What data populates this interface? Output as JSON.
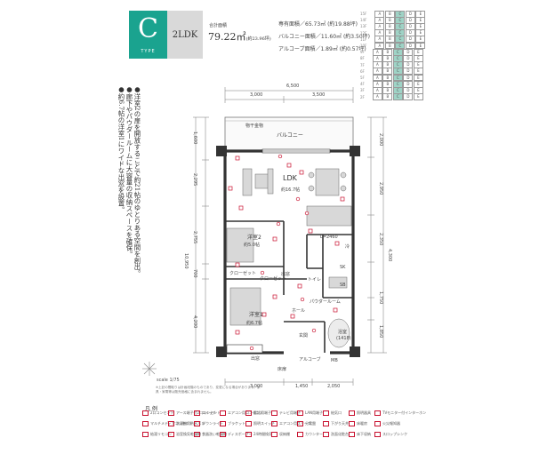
{
  "header": {
    "type_letter": "C",
    "type_word": "TYPE",
    "layout": "2LDK",
    "total_area_label": "合計面積",
    "total_area_value": "79.22㎡",
    "total_area_tsubo": "(約23.96坪)",
    "areas": [
      "専有面積／65.73㎡ (約19.88坪)",
      "バルコニー面積／11.60㎡ (約3.50坪)",
      "アルコーブ面積／1.89㎡ (約0.57坪)"
    ]
  },
  "floor_grid": {
    "floors": [
      "15F",
      "14F",
      "13F",
      "12F",
      "11F",
      "10F",
      "9F",
      "8F",
      "7F",
      "6F",
      "5F",
      "4F",
      "3F",
      "2F"
    ],
    "columns": [
      "A",
      "B",
      "C",
      "D",
      "E"
    ],
    "highlight_column": "C"
  },
  "description": [
    "●洋室2の扉を開放することで約21帖のゆとりある空間を創出。",
    "●廊下やパウダールームに大容量の収納スペースを確保。",
    "●約6.7帖の洋室1にワイドな出窓を設置。"
  ],
  "plan": {
    "top_total": "6,500",
    "top_dims": [
      "3,000",
      "3,500"
    ],
    "bottom_dims": [
      "3,000",
      "1,450",
      "2,050"
    ],
    "left_total": "10,950",
    "left_dims": [
      "1,600",
      "2,295",
      "2,755",
      "700",
      "4,200"
    ],
    "right_dims": [
      "2,000",
      "2,950",
      "2,350",
      "4,300",
      "1,750",
      "1,850"
    ],
    "rooms": {
      "balcony": "バルコニー",
      "balcony_note": "物干金物",
      "ldk": "LDK",
      "ldk_size": "約16.7帖",
      "bed2": "洋室2",
      "bed2_size": "約5.0帖",
      "bed1": "洋室1",
      "bed1_size": "約6.7帖",
      "closet_a": "クローゼット",
      "closet_b": "クローゼット",
      "toilet": "トイレ",
      "powder": "パウダールーム",
      "hall": "ホール",
      "entrance": "玄関",
      "alcove": "アルコーブ",
      "mb": "MB",
      "sk": "SK",
      "sb": "SB",
      "wd": "出窓",
      "window": "出窓",
      "fridge": "冷",
      "bath": "浴室",
      "bath_size": "(1418)",
      "rl": "L=2460",
      "floor_door": "床扉"
    }
  },
  "scale": "scale 1/75",
  "note": "※上記の間取りは計画段階のものであり、変更になる場合があります。家具・家電等は販売価格に含まれません。",
  "legend": {
    "title": "凡 例",
    "items": [
      "2口コンセント",
      "アース端子付2口コンセント",
      "スイッチ",
      "エアコン用コンセント",
      "電話用端子",
      "テレビ用端子",
      "LAN用端子",
      "給気口",
      "照明器具",
      "TVモニター付インターホン",
      "マルチメディアコンセント",
      "洗濯機用防水パン",
      "ダウンライト",
      "ブラケット",
      "照明スイッチ",
      "エアコン用スリーブ",
      "分電盤",
      "下がり天井",
      "床暖房",
      "火災報知器",
      "給湯リモコン",
      "浴室換気乾燥機",
      "食器洗い乾燥機",
      "ディスポーザー",
      "24時間換気",
      "収納棚",
      "カウンター",
      "洗面化粧台",
      "床下収納",
      "スロップシンク"
    ]
  }
}
